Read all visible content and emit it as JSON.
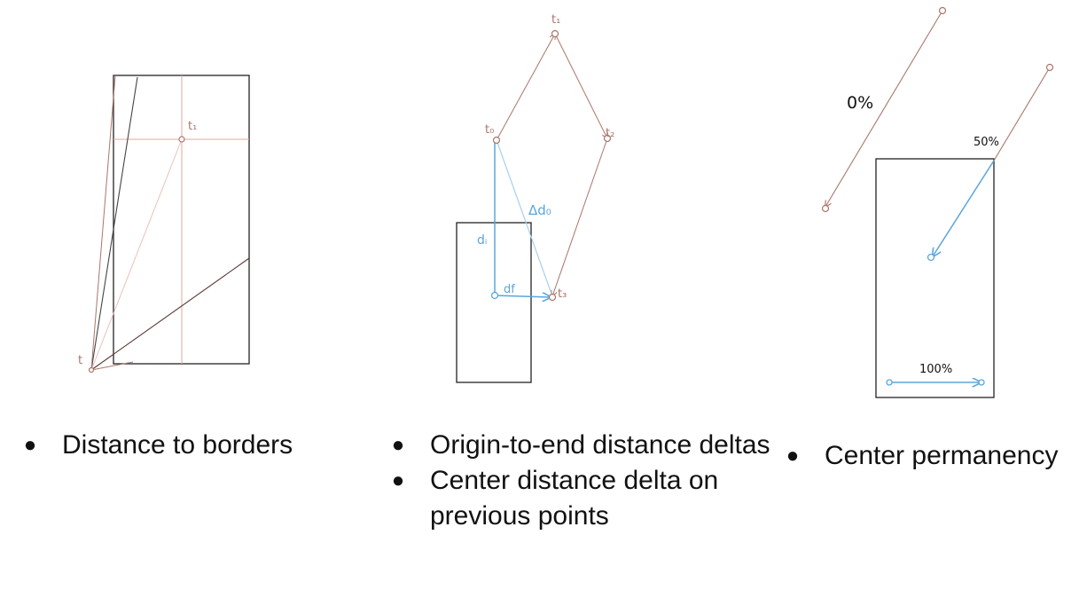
{
  "colors": {
    "brown": "#a9766a",
    "light_red": "#e2aa9e",
    "blue": "#5aa5dc",
    "light_blue": "#a9d0ee",
    "black": "#222222",
    "text": "#111111"
  },
  "panel1": {
    "labels": {
      "t": "t",
      "t1": "t₁"
    },
    "bullets": [
      "Distance to borders"
    ]
  },
  "panel2": {
    "labels": {
      "t0": "t₀",
      "t1": "t₁",
      "t2": "t₂",
      "t3": "t₃",
      "delta_d0": "Δd₀",
      "d1": "dᵢ",
      "df": "df"
    },
    "bullets": [
      "Origin-to-end distance deltas",
      "Center distance delta on previous points"
    ]
  },
  "panel3": {
    "labels": {
      "p0": "0%",
      "p50": "50%",
      "p100": "100%"
    },
    "bullets": [
      "Center permanency"
    ]
  }
}
